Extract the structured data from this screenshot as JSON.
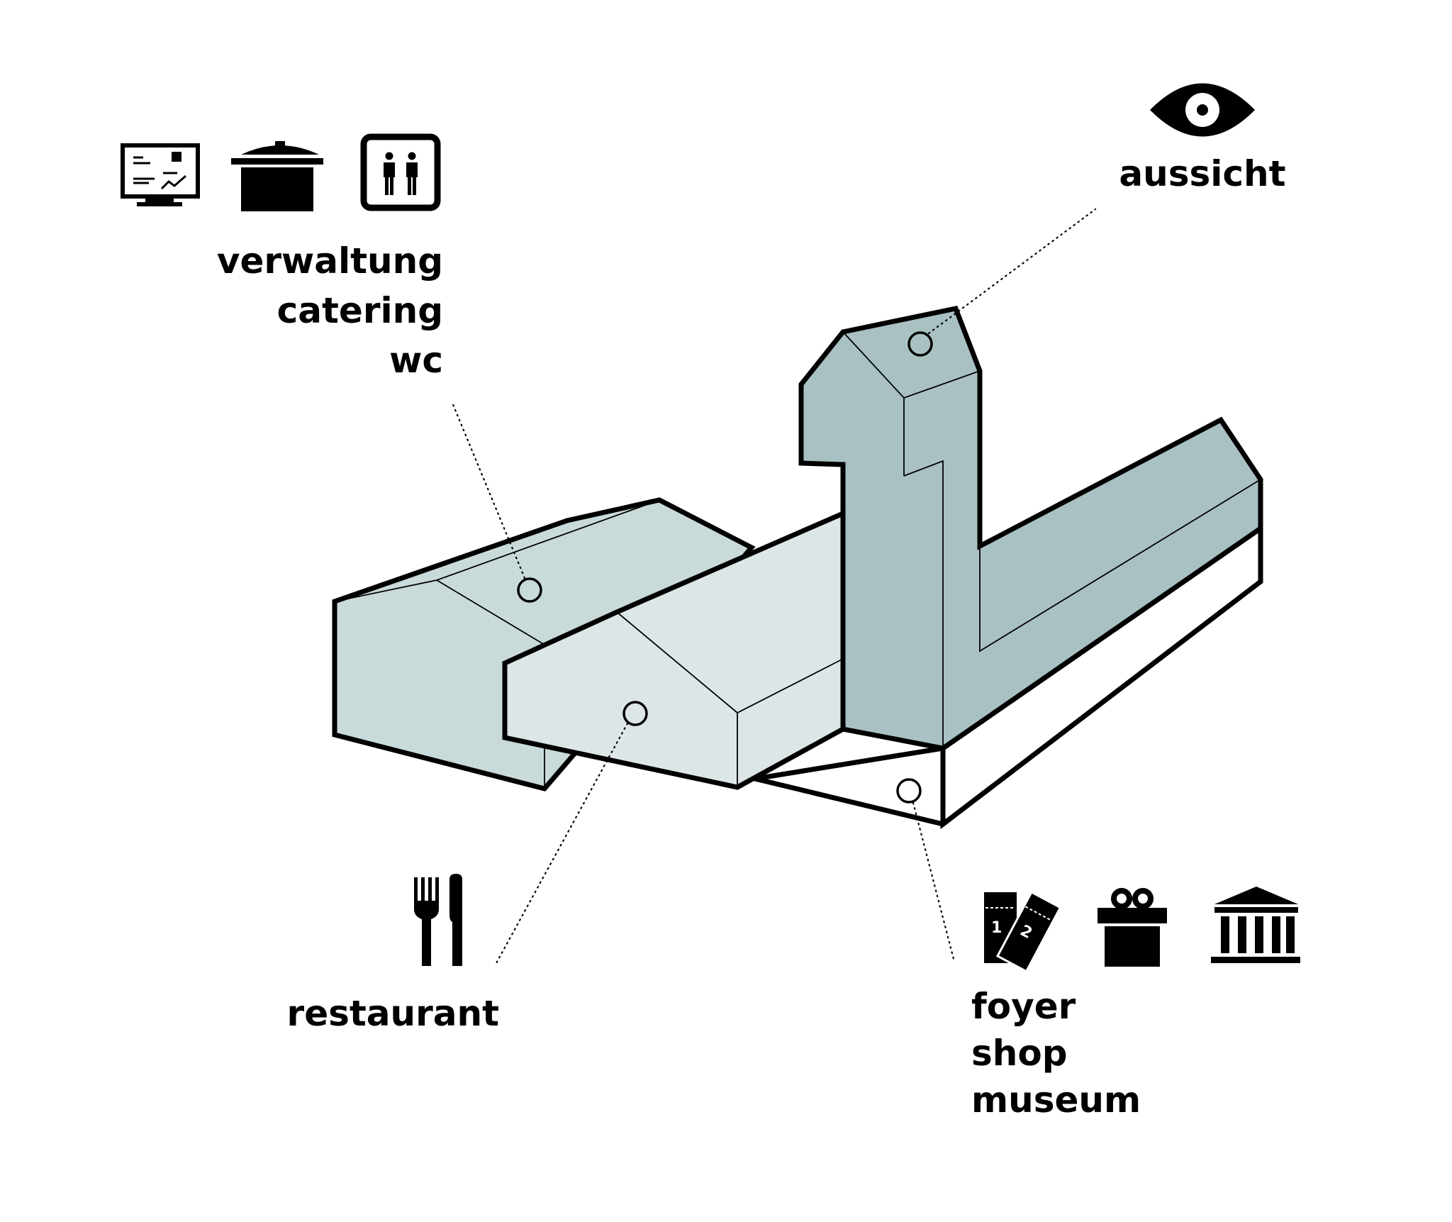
{
  "colors": {
    "dark_volume": "#A9C1C3",
    "mid_volume": "#C9DADA",
    "light_volume": "#DDE6E7",
    "base_plinth": "#FFFFFF",
    "ink": "#000000"
  },
  "labels": {
    "admin": [
      "verwaltung",
      "catering",
      "wc"
    ],
    "view": "aussicht",
    "restaurant": "restaurant",
    "entrance": [
      "foyer",
      "shop",
      "museum"
    ]
  },
  "icons": {
    "admin": [
      "monitor-icon",
      "cooking-pot-icon",
      "restroom-icon"
    ],
    "view": [
      "eye-icon"
    ],
    "restaurant": [
      "fork-knife-icon"
    ],
    "entrance": [
      "tickets-icon",
      "gift-icon",
      "museum-building-icon"
    ]
  },
  "ticket_numbers": [
    "1",
    "2"
  ]
}
